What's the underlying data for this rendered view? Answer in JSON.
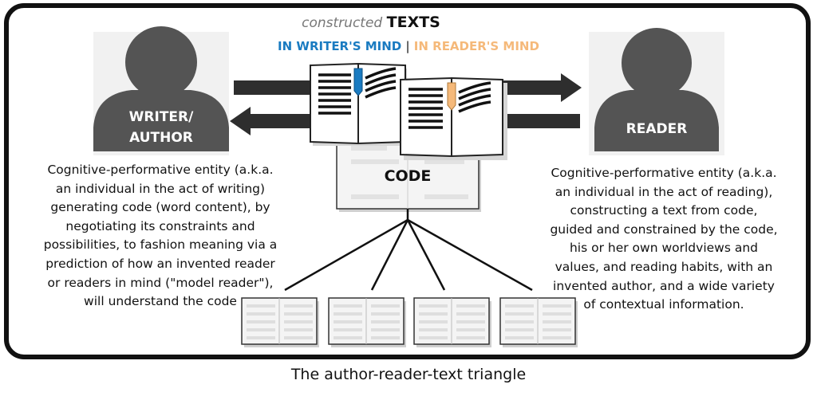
{
  "header": {
    "constructed": "constructed",
    "texts": "TEXTS",
    "writers_mind": "IN WRITER'S MIND",
    "separator": "|",
    "readers_mind": "IN READER'S MIND"
  },
  "writer": {
    "label_line1": "WRITER/",
    "label_line2": "AUTHOR",
    "description": [
      "Cognitive-performative entity (a.k.a.",
      "an individual in the act of writing)",
      "generating code (word content), by",
      "negotiating its constraints and",
      "possibilities, to fashion meaning via a",
      "prediction of how an invented reader",
      "or readers in mind (\"model reader\"),",
      "will understand the code"
    ]
  },
  "reader": {
    "label": "READER",
    "description": [
      "Cognitive-performative entity (a.k.a.",
      "an individual in the act of reading),",
      "constructing a text from code,",
      "guided and constrained by the code,",
      "his or her own worldviews and",
      "values, and reading habits, with an",
      "invented author, and a wide variety",
      "of contextual information."
    ]
  },
  "code": {
    "label": "CODE"
  },
  "caption": "The  author-reader-text triangle",
  "colors": {
    "frame": "#111111",
    "figure": "#545454",
    "arrow": "#2e2e2e",
    "writer_accent": "#1a7bc1",
    "reader_accent": "#f5b97a",
    "book_page": "#f2f2f2",
    "page_line": "#d9d9d9"
  }
}
